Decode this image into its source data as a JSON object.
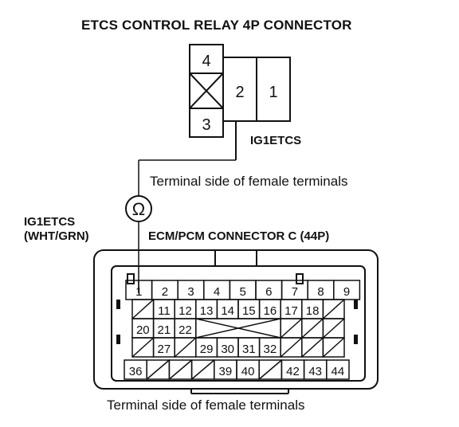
{
  "labels": {
    "relay_title": "ETCS CONTROL RELAY 4P CONNECTOR",
    "ig1_label": "IG1ETCS",
    "terminal_side_top": "Terminal side of female terminals",
    "wire_name": "IG1ETCS",
    "wire_color": "(WHT/GRN)",
    "ecm_title": "ECM/PCM CONNECTOR C (44P)",
    "terminal_side_bottom": "Terminal side of female terminals"
  },
  "meter_symbol": "Ω",
  "relay_connector": {
    "pins": [
      "4",
      "2",
      "1",
      "3"
    ]
  },
  "ecm_connector": {
    "pins": [
      "1",
      "2",
      "3",
      "4",
      "5",
      "6",
      "7",
      "8",
      "9",
      "11",
      "12",
      "13",
      "14",
      "15",
      "16",
      "17",
      "18",
      "20",
      "21",
      "22",
      "27",
      "29",
      "30",
      "31",
      "32",
      "36",
      "39",
      "40",
      "42",
      "43",
      "44"
    ]
  }
}
